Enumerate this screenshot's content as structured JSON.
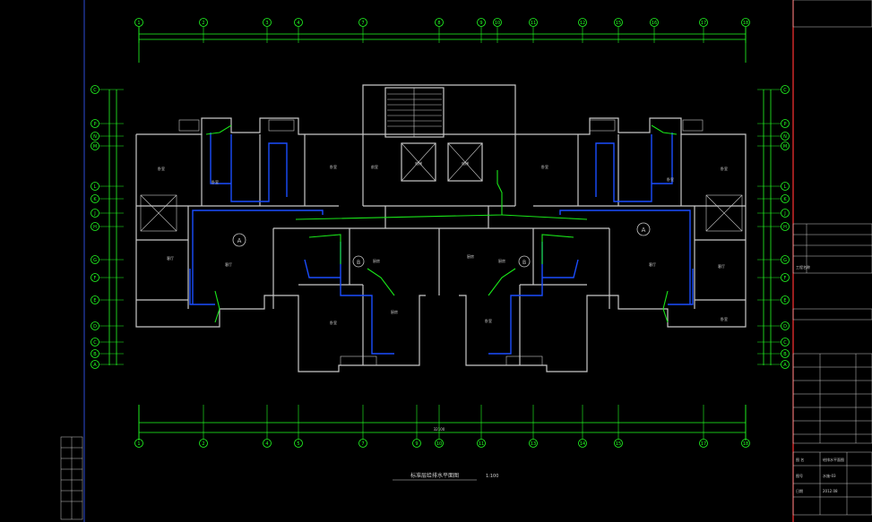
{
  "drawing": {
    "background": "#000000",
    "colors": {
      "axis": "#22ff22",
      "wall": "#c8c8c8",
      "pipe_blue": "#1a4dff",
      "pipe_green": "#19e619",
      "text": "#d0d0d0",
      "frame": "#ff3333"
    },
    "title": "标准层给排水平面图",
    "scale": "1:100",
    "grid_top": [
      "1",
      "2",
      "3",
      "4",
      "7",
      "8",
      "9",
      "10",
      "11",
      "12",
      "15",
      "16",
      "17",
      "18"
    ],
    "grid_bottom": [
      "1",
      "2",
      "4",
      "5",
      "7",
      "9",
      "10",
      "11",
      "13",
      "14",
      "15",
      "17",
      "18"
    ],
    "grid_left": [
      "C",
      "P",
      "N",
      "M",
      "L",
      "K",
      "J",
      "H",
      "G",
      "F",
      "E",
      "D",
      "C",
      "B",
      "A"
    ],
    "grid_right": [
      "C",
      "P",
      "N",
      "M",
      "L",
      "K",
      "J",
      "H",
      "G",
      "F",
      "E",
      "D",
      "C",
      "B",
      "A"
    ],
    "unit_marks": [
      "A",
      "B",
      "B",
      "A"
    ],
    "room_labels": [
      "卧室",
      "卧室",
      "卧室",
      "卧室",
      "卧室",
      "卧室",
      "卧室",
      "卧室",
      "卧室",
      "客厅",
      "客厅",
      "客厅",
      "客厅",
      "厨房",
      "厨房",
      "厨房",
      "厨房",
      "电梯",
      "电梯",
      "前室"
    ],
    "overall_dim": "32100",
    "title_block": {
      "project_label": "工程名称",
      "drawing_label": "图  名",
      "drawing_name": "给排水平面图",
      "sheet_label": "图号",
      "sheet_no": "水施-03",
      "date_label": "日期",
      "date": "2012.08"
    }
  }
}
